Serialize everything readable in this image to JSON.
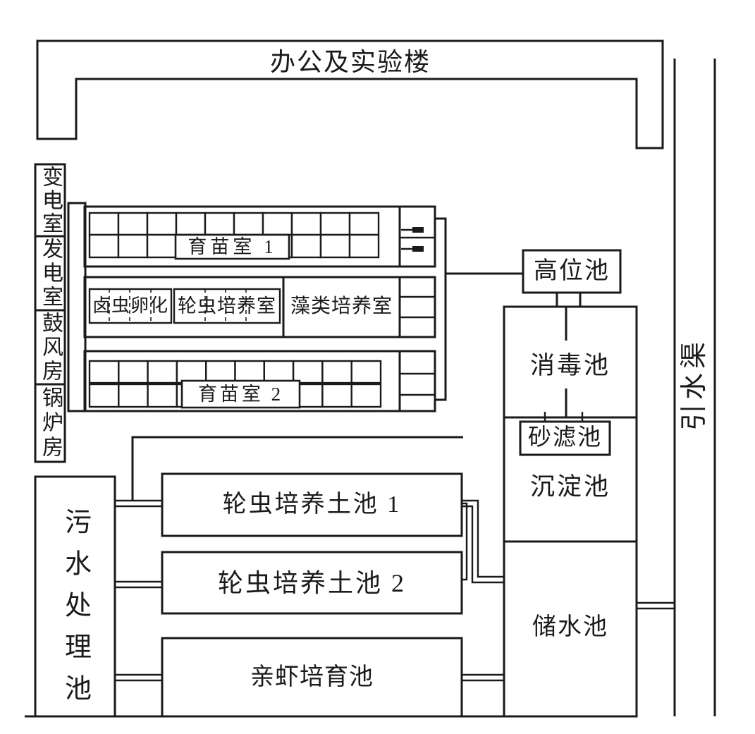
{
  "office_building": {
    "label": "办公及实验楼"
  },
  "water_intake_channel": {
    "label": "引水渠"
  },
  "utility_rooms": [
    {
      "label": "变电室"
    },
    {
      "label": "发电室"
    },
    {
      "label": "鼓风房"
    },
    {
      "label": "锅炉房"
    }
  ],
  "hatchery": {
    "nursery_room_1": {
      "label": "育苗室 1"
    },
    "artemia_hatching": {
      "label": "卤虫卵化"
    },
    "rotifer_culture_room": {
      "label": "轮虫培养室"
    },
    "algae_culture_room": {
      "label": "藻类培养室"
    },
    "nursery_room_2": {
      "label": "育苗室 2"
    }
  },
  "water_treatment": {
    "header_tank": {
      "label": "高位池"
    },
    "disinfection_pond": {
      "label": "消毒池"
    },
    "sand_filter": {
      "label": "砂滤池"
    },
    "sedimentation_pond": {
      "label": "沉淀池"
    },
    "storage_pond": {
      "label": "储水池"
    }
  },
  "sewage_treatment_pond": {
    "label": "污水处理池"
  },
  "earthen_ponds": [
    {
      "label": "轮虫培养土池 1"
    },
    {
      "label": "轮虫培养土池 2"
    },
    {
      "label": "亲虾培育池"
    }
  ]
}
